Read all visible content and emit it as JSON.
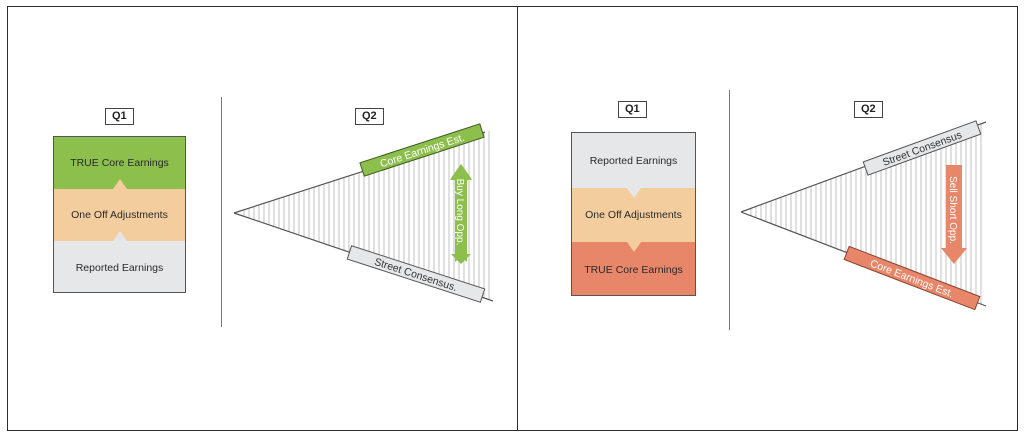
{
  "left_panel": {
    "q1_label": "Q1",
    "q2_label": "Q2",
    "segments": [
      "TRUE Core Earnings",
      "One Off Adjustments",
      "Reported Earnings"
    ],
    "top_bar": "Core Earnings Est.",
    "bottom_bar": "Street Consensus.",
    "arrow_label": "Buy Long Opp."
  },
  "right_panel": {
    "q1_label": "Q1",
    "q2_label": "Q2",
    "segments": [
      "Reported Earnings",
      "One Off Adjustments",
      "TRUE Core Earnings"
    ],
    "top_bar": "Street Consensus",
    "bottom_bar": "Core Earnings Est.",
    "arrow_label": "Sell Short Opp."
  },
  "colors": {
    "green": "#8dbf4d",
    "orange_light": "#f3cd9e",
    "gray_light": "#e6e7e9",
    "salmon": "#e8866a"
  }
}
